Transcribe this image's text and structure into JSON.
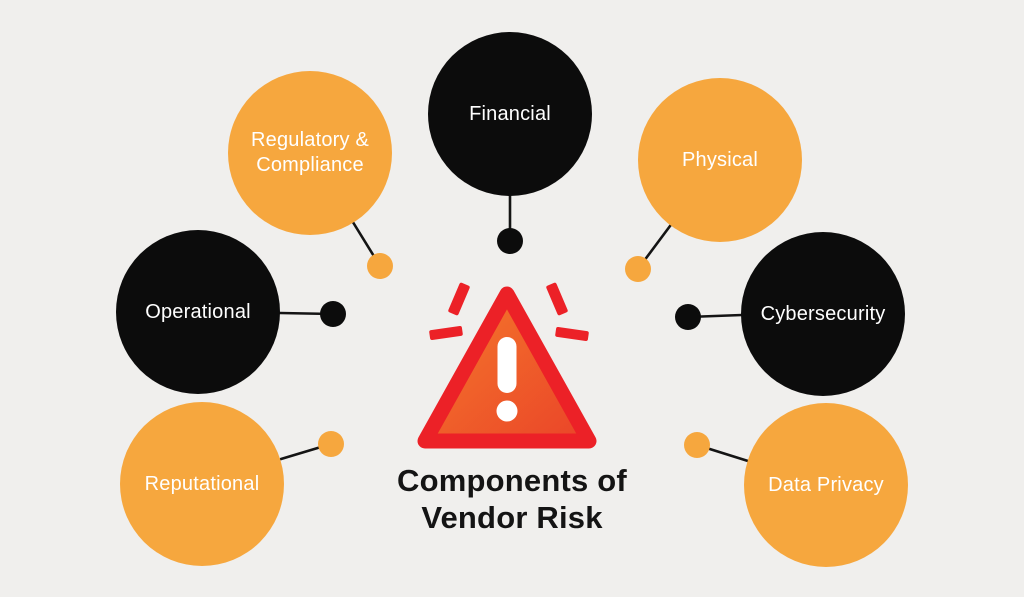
{
  "title": {
    "line1": "Components of",
    "line2": "Vendor Risk"
  },
  "center": {
    "icon": "warning-triangle-icon"
  },
  "circles": [
    {
      "label": "Financial",
      "variant": "black"
    },
    {
      "label": "Regulatory & Compliance",
      "variant": "orange"
    },
    {
      "label": "Physical",
      "variant": "orange"
    },
    {
      "label": "Operational",
      "variant": "black"
    },
    {
      "label": "Cybersecurity",
      "variant": "black"
    },
    {
      "label": "Reputational",
      "variant": "orange"
    },
    {
      "label": "Data Privacy",
      "variant": "orange"
    }
  ],
  "colors": {
    "background": "#F0EFED",
    "orange": "#F6A73E",
    "black": "#0C0C0C",
    "red": "#EC2127",
    "triangle_fill_start": "#F57A2A",
    "triangle_fill_end": "#EA4429",
    "label_text": "#FFFFFF",
    "title_text": "#141414"
  }
}
